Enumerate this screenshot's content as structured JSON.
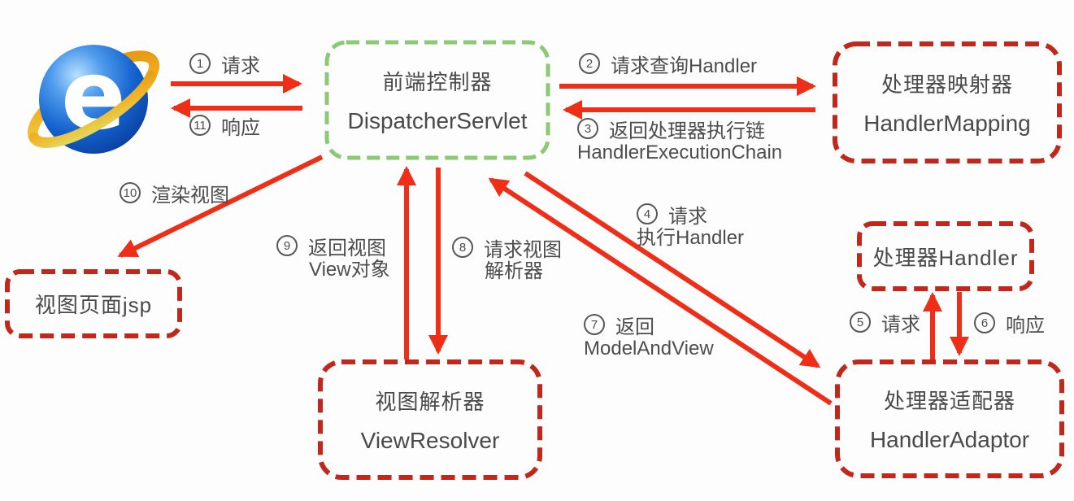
{
  "nodes": {
    "client": {
      "icon": "internet-explorer-logo"
    },
    "dispatcher": {
      "title": "前端控制器",
      "subtitle": "DispatcherServlet"
    },
    "handler_mapping": {
      "title": "处理器映射器",
      "subtitle": "HandlerMapping"
    },
    "handler": {
      "title": "处理器Handler"
    },
    "handler_adaptor": {
      "title": "处理器适配器",
      "subtitle": "HandlerAdaptor"
    },
    "view_resolver": {
      "title": "视图解析器",
      "subtitle": "ViewResolver"
    },
    "jsp_page": {
      "title": "视图页面jsp"
    }
  },
  "steps": {
    "s1": {
      "num": "1",
      "lines": [
        "请求"
      ]
    },
    "s2": {
      "num": "2",
      "lines": [
        "请求查询Handler"
      ]
    },
    "s3": {
      "num": "3",
      "lines": [
        "返回处理器执行链",
        "HandlerExecutionChain"
      ]
    },
    "s4": {
      "num": "4",
      "lines": [
        "请求",
        "执行Handler"
      ]
    },
    "s5": {
      "num": "5",
      "lines": [
        "请求"
      ]
    },
    "s6": {
      "num": "6",
      "lines": [
        "响应"
      ]
    },
    "s7": {
      "num": "7",
      "lines": [
        "返回",
        "ModelAndView"
      ]
    },
    "s8": {
      "num": "8",
      "lines": [
        "请求视图",
        "解析器"
      ]
    },
    "s9": {
      "num": "9",
      "lines": [
        "返回视图",
        "View对象"
      ]
    },
    "s10": {
      "num": "10",
      "lines": [
        "渲染视图"
      ]
    },
    "s11": {
      "num": "11",
      "lines": [
        "响应"
      ]
    }
  },
  "colors": {
    "arrow_red": "#ee2e17",
    "box_red": "#c1271b",
    "box_green": "#8cc973",
    "text_gray": "#4d4d4d"
  }
}
